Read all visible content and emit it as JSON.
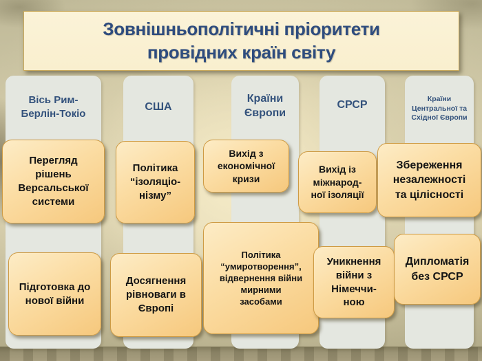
{
  "title": "Зовнішньополітичні пріоритети\nпровідних країн світу",
  "columns": [
    {
      "id": "axis",
      "header": "Вісь Рим-\nБерлін-Токіо"
    },
    {
      "id": "usa",
      "header": "США"
    },
    {
      "id": "europe",
      "header": "Країни\nЄвропи"
    },
    {
      "id": "ussr",
      "header": "СРСР"
    },
    {
      "id": "cee",
      "header": "Країни\nЦентральної та\nСхідної Європи"
    }
  ],
  "boxes": [
    {
      "column": "Вісь Рим-Берлін-Токіо",
      "text": "Перегляд\nрішень\nВерсальської\nсистеми"
    },
    {
      "column": "США",
      "text": "Політика\n“ізоляціо-\nнізму”"
    },
    {
      "column": "Країни Європи",
      "text": "Вихід з\nекономічної\nкризи"
    },
    {
      "column": "СРСР",
      "text": "Вихід із\nміжнарод-\nної ізоляції"
    },
    {
      "column": "Країни Центральної та Східної Європи",
      "text": "Збереження\nнезалежності\nта  цілісності"
    },
    {
      "column": "Вісь Рим-Берлін-Токіо",
      "text": "Підготовка до\nнової війни"
    },
    {
      "column": "США",
      "text": "Досягнення\nрівноваги в\nЄвропі"
    },
    {
      "column": "Країни Європи",
      "text": "Політика\n“умиротворення”,\nвідвернення війни\nмирними\nзасобами"
    },
    {
      "column": "СРСР",
      "text": "Уникнення\nвійни з\nНімеччи-\nною"
    },
    {
      "column": "Країни Центральної та Східної Європи",
      "text": "Дипломатія\nбез СРСР"
    }
  ],
  "colors": {
    "slide_background": "#C7C1A0",
    "title_background": "#FAF1D3",
    "title_text": "#2E4C7E",
    "column_background": "#E4E7E0",
    "column_header_text": "#33527C",
    "box_background_top": "#FDECC6",
    "box_background_bottom": "#F6C87D",
    "box_border": "#CE9B44",
    "box_text": "#141414"
  }
}
